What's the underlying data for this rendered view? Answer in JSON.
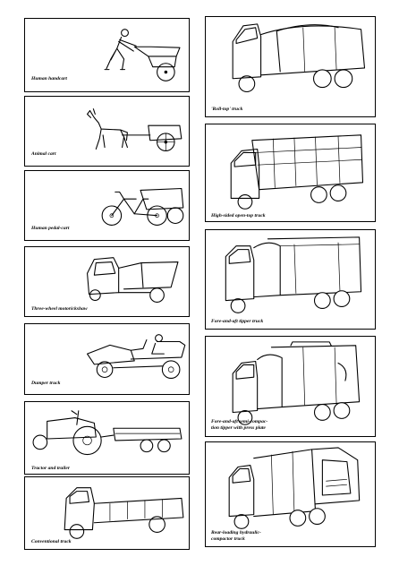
{
  "vehicles": [
    {
      "caption": "Human handcart",
      "icon": "handcart-icon"
    },
    {
      "caption": "Animal cart",
      "icon": "animal-cart-icon"
    },
    {
      "caption": "Human pedal-cart",
      "icon": "pedal-cart-icon"
    },
    {
      "caption": "Three-wheel motorickshaw",
      "icon": "motorickshaw-icon"
    },
    {
      "caption": "Dumper truck",
      "icon": "dumper-truck-icon"
    },
    {
      "caption": "Tractor and trailer",
      "icon": "tractor-trailer-icon"
    },
    {
      "caption": "Conventional truck",
      "icon": "conventional-truck-icon"
    },
    {
      "caption": "'Roll-top' truck",
      "icon": "roll-top-truck-icon"
    },
    {
      "caption": "High-sided open-top truck",
      "icon": "high-sided-truck-icon"
    },
    {
      "caption": "Fore-and-aft tipper truck",
      "icon": "tipper-truck-icon"
    },
    {
      "caption": "Fore-and-aft semi-compaction tipper with press plate",
      "caption_display": "Fore-and-aft semi-compac-\ntion tipper with press plate",
      "icon": "semi-compaction-tipper-icon"
    },
    {
      "caption": "Rear-loading hydraulic-compactor truck",
      "caption_display": "Rear-loading hydraulic-\ncompactor truck",
      "icon": "compactor-truck-icon"
    }
  ]
}
